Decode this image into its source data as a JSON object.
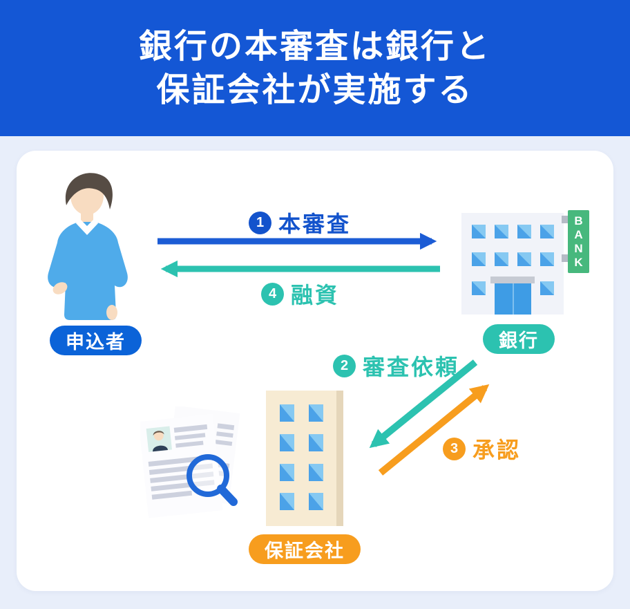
{
  "header": {
    "title_line1": "銀行の本審査は銀行と",
    "title_line2": "保証会社が実施する"
  },
  "actors": {
    "applicant": {
      "label": "申込者"
    },
    "bank": {
      "label": "銀行",
      "sign": "BANK"
    },
    "guarantor": {
      "label": "保証会社"
    }
  },
  "flows": [
    {
      "number": "1",
      "label": "本審査",
      "from": "applicant",
      "to": "bank",
      "color": "#1353cc"
    },
    {
      "number": "2",
      "label": "審査依頼",
      "from": "bank",
      "to": "guarantor",
      "color": "#2cc2b0"
    },
    {
      "number": "3",
      "label": "承認",
      "from": "guarantor",
      "to": "bank",
      "color": "#f79d1e"
    },
    {
      "number": "4",
      "label": "融資",
      "from": "bank",
      "to": "applicant",
      "color": "#2cc2b0"
    }
  ],
  "icons": [
    "applicant-person-icon",
    "bank-building-icon",
    "bank-sign",
    "guarantor-building-icon",
    "documents-icon",
    "magnifier-icon"
  ],
  "colors": {
    "header_bg": "#1457d5",
    "page_bg": "#e8eefa",
    "card_bg": "#ffffff",
    "blue_accent": "#1353cc",
    "arrow_blue": "#1c5cd5",
    "teal_accent": "#2cc2b0",
    "orange_accent": "#f79d1e",
    "applicant_badge": "#0b63d8",
    "bank_sign_green": "#47b87d",
    "window_blue": "#4ba2e8",
    "guarantor_building": "#f7ebd3"
  }
}
